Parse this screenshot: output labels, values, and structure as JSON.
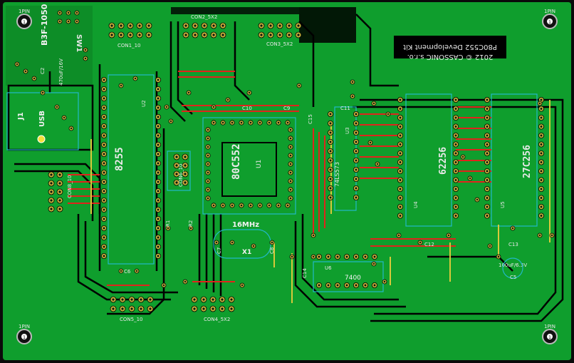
{
  "colors": {
    "board": "#0a0a0a",
    "copper": "#0f9e2d",
    "copper_dark": "#0b7a22",
    "trace_red": "#e0241c",
    "trace_yellow": "#d8c93a",
    "pad": "#c8b43a",
    "silk": "#e6e6e6",
    "silk_cyan": "#22b8c8"
  },
  "mounting_holes": [
    {
      "id": "tl",
      "label": "1PIN",
      "num": "1"
    },
    {
      "id": "tr",
      "label": "1PIN",
      "num": "1"
    },
    {
      "id": "bl",
      "label": "1PIN",
      "num": "1"
    },
    {
      "id": "br",
      "label": "1PIN",
      "num": "1"
    }
  ],
  "title_block": {
    "line1": "P80C552 Development Kit",
    "line2": "2012 © CASSONIC s.r.o."
  },
  "components": {
    "regulator": "B3F-1050",
    "sw1": "SW1",
    "c2": "C2",
    "c2_value": "470uF/16V",
    "j1": "J1",
    "usb": "USB",
    "u2": "U2",
    "u2_part": "8255",
    "u1": "U1",
    "u1_part": "80C552",
    "u3": "U3",
    "u3_part": "74LS573",
    "u4": "U4",
    "u4_part": "62256",
    "u5": "U5",
    "u5_part": "27C256",
    "u6": "U6",
    "u6_part": "7400",
    "x1": "X1",
    "x1_value": "16MHz",
    "c5": "C5",
    "c5_value": "100uF/6.3V",
    "c10": "C10",
    "c11": "C11",
    "c12": "C12",
    "c13": "C13",
    "c9": "C9",
    "c6": "C6",
    "r1": "R1",
    "r2": "R2",
    "c14": "C14",
    "c8": "C8",
    "c7": "C7",
    "c15": "C15"
  },
  "connectors": {
    "con1": "CON1_10",
    "con2": "CON2_5X2",
    "con3": "CON3_5X2",
    "con4": "CON4_5X2",
    "con5": "CON5_10",
    "con6": "CON6_10",
    "con8": "CON8_10"
  }
}
